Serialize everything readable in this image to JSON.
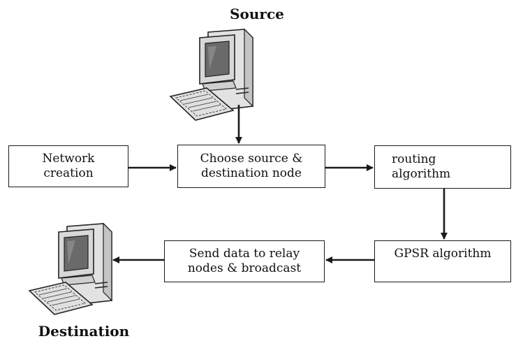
{
  "source_label": "Source",
  "destination_label": "Destination",
  "boxes": {
    "network_creation": "Network\ncreation",
    "choose_source": "Choose source &\ndestination node",
    "routing_algorithm": "routing\nalgorithm",
    "gpsr_algorithm": "GPSR algorithm",
    "send_data": "Send data to relay\nnodes & broadcast"
  },
  "colors": {
    "monitor_body": "#d8d8d8",
    "screen": "#6a6a6a",
    "line": "#1a1a1a"
  },
  "icons": {
    "source": "desktop-computer-icon",
    "destination": "desktop-computer-icon"
  }
}
